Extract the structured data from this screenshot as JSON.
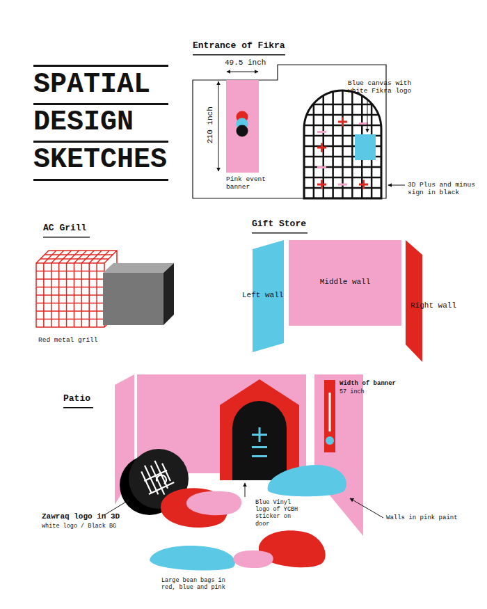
{
  "diagram": {
    "title": "SPATIAL DESIGN SKETCHES",
    "nodes": [
      {
        "text": [
          "Left wall"
        ]
      },
      {
        "text": [
          "Middle wall"
        ]
      },
      {
        "text": [
          "Right wall"
        ]
      }
    ],
    "labels": [
      "Entrance of Fikra",
      "49.5 inch",
      "210 inch",
      "Pink event banner",
      "Blue canvas with white Fikra logo",
      "3D Plus and minus sign in black",
      "AC Grill",
      "Red metal grill",
      "Gift Store",
      "Patio",
      "Width of banner",
      "57 inch",
      "Zawraq logo in 3D",
      "white logo / Black BG",
      "Blue Vinyl logo of YCBH sticker on door",
      "Walls in pink paint",
      "Large bean bags in red, blue and pink"
    ]
  }
}
